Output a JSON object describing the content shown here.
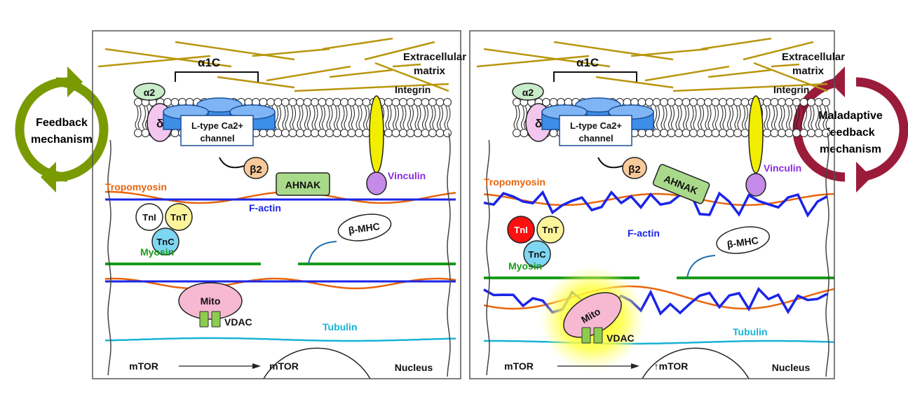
{
  "colors": {
    "ecm": "#b8960c",
    "channel": "#3d8ee6",
    "channel_light": "#7fb5f5",
    "alpha2": "#c9ecc9",
    "delta": "#f3c6ef",
    "beta2": "#f8c99a",
    "ahnak": "#a9d98a",
    "integrin": "#f2ee00",
    "vinculin": "#c58be8",
    "tropomyosin": "#e8650c",
    "factin": "#1b24e8",
    "myosin": "#1a9a1a",
    "tubulin": "#19b3d6",
    "tni": "#ffffff",
    "tni_maladaptive": "#ff1010",
    "tnt": "#fbf49a",
    "tnc": "#7fd6f2",
    "mito": "#f7b9d2",
    "vdac": "#8ccc4e",
    "feedback": "#7a9a01",
    "maladaptive": "#9b1b3a"
  },
  "left_cycle": {
    "label_line1": "Feedback",
    "label_line2": "mechanism",
    "icon": "circular-arrows-icon"
  },
  "right_cycle": {
    "label_line1": "Maladaptive",
    "label_line2": "feedback",
    "label_line3": "mechanism",
    "icon": "circular-arrows-icon"
  },
  "panels": [
    {
      "state": "normal",
      "labels": {
        "alpha1c": "α1C",
        "ecm1": "Extracellular",
        "ecm2": "matrix",
        "integrin": "Integrin",
        "alpha2": "α2",
        "delta": "δ",
        "channel1": "L-type Ca2+",
        "channel2": "channel",
        "beta2": "β2",
        "ahnak": "AHNAK",
        "vinculin": "Vinculin",
        "tropomyosin": "Tropomyosin",
        "factin": "F-actin",
        "tni": "TnI",
        "tnt": "TnT",
        "tnc": "TnC",
        "bmhc": "β-MHC",
        "myosin": "Myosin",
        "mito": "Mito",
        "vdac": "VDAC",
        "tubulin": "Tubulin",
        "mtor_left": "mTOR",
        "mtor_right": "mTOR",
        "nucleus": "Nucleus"
      }
    },
    {
      "state": "maladaptive",
      "labels": {
        "alpha1c": "α1C",
        "ecm1": "Extracellular",
        "ecm2": "matrix",
        "integrin": "Integrin",
        "alpha2": "α2",
        "delta": "δ",
        "channel1": "L-type Ca2+",
        "channel2": "channel",
        "beta2": "β2",
        "ahnak": "AHNAK",
        "vinculin": "Vinculin",
        "tropomyosin": "Tropomyosin",
        "factin": "F-actin",
        "tni": "TnI",
        "tnt": "TnT",
        "tnc": "TnC",
        "bmhc": "β-MHC",
        "myosin": "Myosin",
        "mito": "Mito",
        "vdac": "VDAC",
        "tubulin": "Tubulin",
        "mtor_left": "mTOR",
        "mtor_right": "↑mTOR",
        "nucleus": "Nucleus"
      }
    }
  ]
}
